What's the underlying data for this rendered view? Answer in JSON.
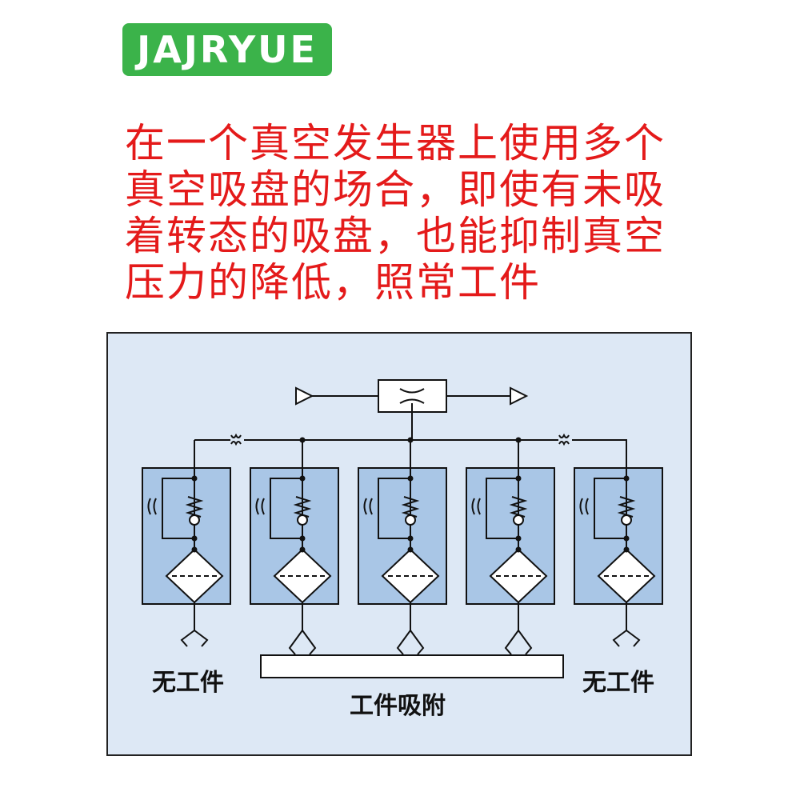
{
  "logo": {
    "text": "JAJRYUE"
  },
  "caption": {
    "lines": [
      "在一个真空发生器上使用多个",
      "真空吸盘的场合，即使有未吸",
      "着转态的吸盘，也能抑制真空",
      "压力的降低，照常工件"
    ]
  },
  "diagram": {
    "labels": {
      "left": "无工件",
      "right": "无工件",
      "center": "工件吸附"
    },
    "colors": {
      "background": "#dde8f5",
      "module_fill": "#a9c6e6",
      "line": "#111111"
    }
  }
}
